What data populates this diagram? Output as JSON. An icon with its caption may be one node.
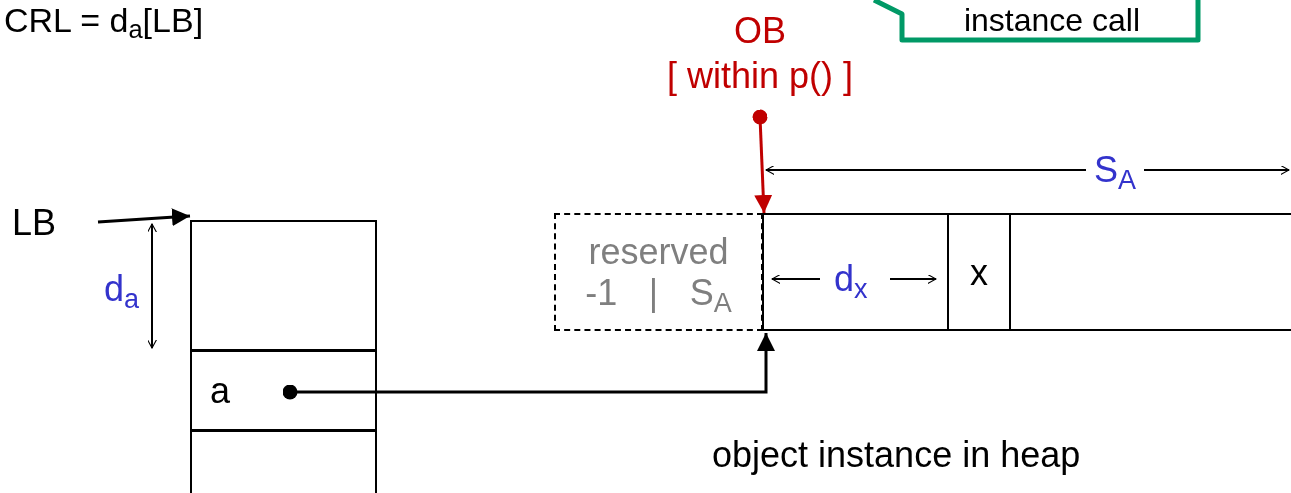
{
  "diagram": {
    "nodes": [
      {
        "text": [],
        "shape": "box"
      },
      {
        "text": [
          "a"
        ]
      },
      {
        "text": [],
        "shape": "box"
      },
      {
        "text": [
          "LB"
        ]
      },
      {
        "text": [
          "reserved",
          "-1 | S$_{A}$"
        ]
      },
      {
        "text": [],
        "shape": "box",
        "beside": [
          "object instance in heap"
        ]
      },
      {
        "text": [
          "x"
        ],
        "in": 5
      },
      {
        "text": [
          "OB",
          "[ within p() ]"
        ]
      },
      {
        "text": [
          "instance call"
        ]
      }
    ],
    "edges": [
      {
        "from": 3,
        "to": 0,
        "arrow": "to"
      },
      {
        "from": 1,
        "to": 5,
        "arrow": "to"
      },
      {
        "from": 7,
        "to": 5,
        "arrow": "to",
        "color": "#c00000"
      }
    ],
    "labels": [
      "CRL = d$_{a}$[LB]",
      "d$_{a}$",
      "d$_{x}$",
      "S$_{A}$"
    ]
  }
}
